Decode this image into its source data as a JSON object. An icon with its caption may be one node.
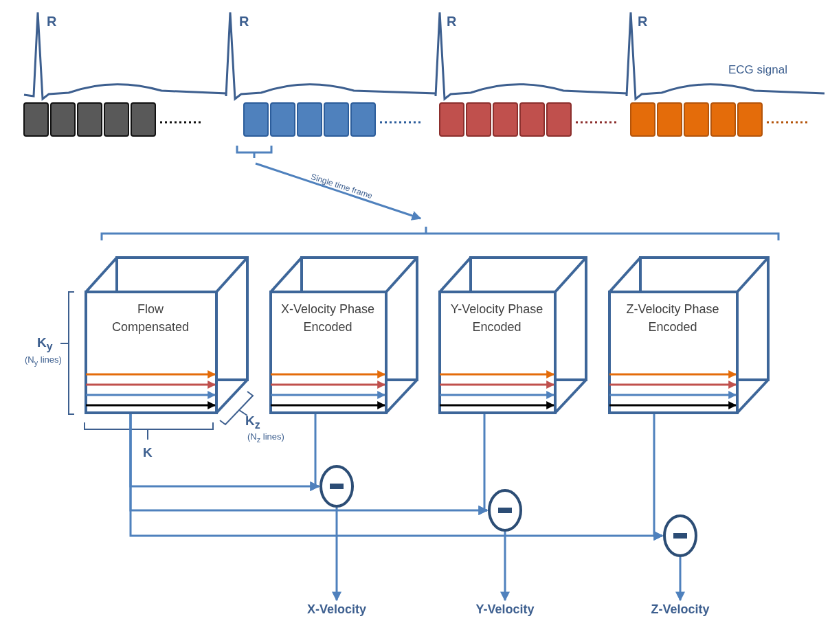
{
  "diagram": {
    "nodes": [
      {
        "text": [
          "Flow Compensated"
        ]
      },
      {
        "text": [
          "X-Velocity Phase Encoded"
        ]
      },
      {
        "text": [
          "Y-Velocity Phase Encoded"
        ]
      },
      {
        "text": [
          "Z-Velocity Phase Encoded"
        ]
      },
      {
        "text": [],
        "shape": "circle"
      },
      {
        "text": [],
        "shape": "circle"
      },
      {
        "text": [],
        "shape": "circle"
      },
      {
        "text": [
          "X-Velocity"
        ]
      },
      {
        "text": [
          "Y-Velocity"
        ]
      },
      {
        "text": [
          "Z-Velocity"
        ]
      }
    ],
    "edges": [
      {
        "from": 1,
        "to": 4,
        "arrow": "to"
      },
      {
        "from": 2,
        "to": 5,
        "arrow": "to"
      },
      {
        "from": 3,
        "to": 6,
        "arrow": "to"
      },
      {
        "from": 0,
        "to": 4,
        "arrow": "to"
      },
      {
        "from": 0,
        "to": 5,
        "arrow": "to"
      },
      {
        "from": 0,
        "to": 6,
        "arrow": "to"
      },
      {
        "from": 4,
        "to": 7,
        "arrow": "to"
      },
      {
        "from": 5,
        "to": 8,
        "arrow": "to"
      },
      {
        "from": 6,
        "to": 9,
        "arrow": "to"
      }
    ],
    "labels": [
      "R",
      "R",
      "R",
      "R",
      "ECG signal",
      "Single time frame",
      "K$_{y}$",
      "(N$_{y}$ lines)",
      "K$_{z}$",
      "(N$_{z}$ lines)",
      "K"
    ]
  }
}
